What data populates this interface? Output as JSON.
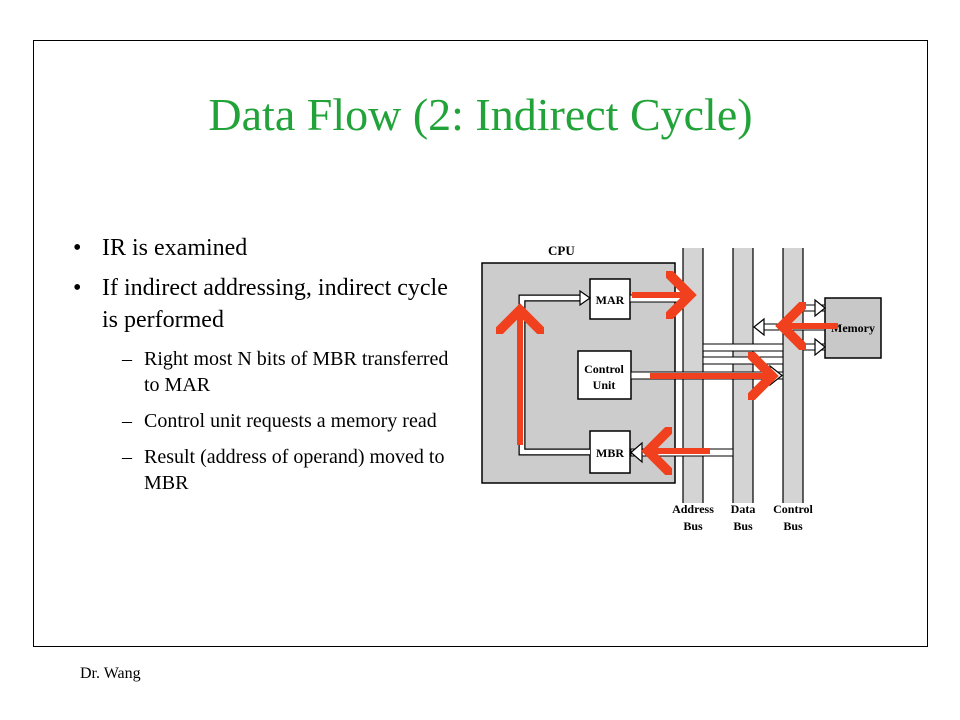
{
  "colors": {
    "title": "#22a33a",
    "highlight_arrow": "#f0401e",
    "cpu_fill": "#cccccc",
    "bus_fill": "#d4d4d4"
  },
  "slide": {
    "title": "Data Flow (2: Indirect Cycle)",
    "footer": "Dr. Wang"
  },
  "bullets": [
    {
      "text": "IR is examined"
    },
    {
      "text": "If indirect addressing, indirect cycle is performed",
      "sub": [
        "Right most N bits of MBR transferred to MAR",
        "Control unit requests a memory read",
        "Result (address of operand) moved to MBR"
      ]
    }
  ],
  "diagram": {
    "cpu_label": "CPU",
    "mar_label": "MAR",
    "control_unit_label_1": "Control",
    "control_unit_label_2": "Unit",
    "mbr_label": "MBR",
    "memory_label": "Memory",
    "bus_labels": [
      {
        "line1": "Address",
        "line2": "Bus"
      },
      {
        "line1": "Data",
        "line2": "Bus"
      },
      {
        "line1": "Control",
        "line2": "Bus"
      }
    ]
  }
}
